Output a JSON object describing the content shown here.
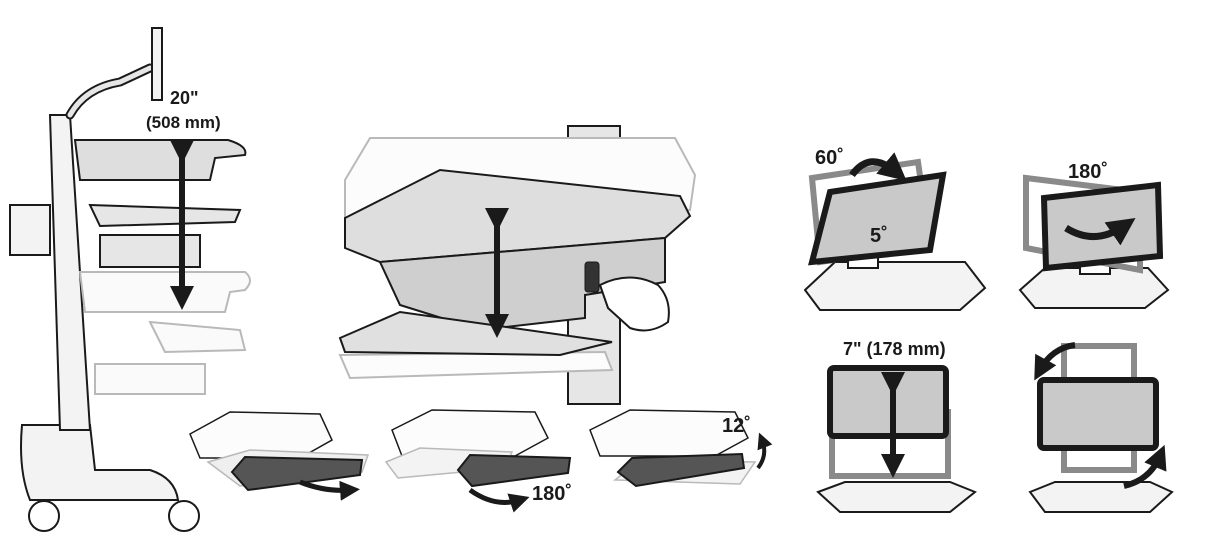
{
  "labels": {
    "cart_height": "20\"",
    "cart_height_metric": "(508 mm)",
    "keyboard_rotate": "180˚",
    "keyboard_tilt": "12˚",
    "monitor_tilt_up": "60˚",
    "monitor_tilt_down": "5˚",
    "monitor_swivel": "180˚",
    "monitor_height": "7\" (178 mm)"
  },
  "colors": {
    "line": "#1a1a1a",
    "ghost": "#b9b9b9",
    "fill_light": "#f3f3f3",
    "fill_mid": "#dedede",
    "fill_dark": "#c9c9c9",
    "ghost_frame": "#8a8a8a"
  }
}
